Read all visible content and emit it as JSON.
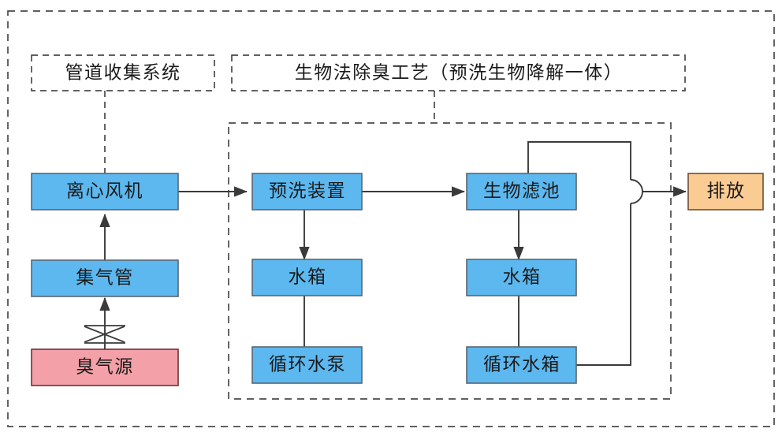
{
  "diagram": {
    "title_groups": [
      {
        "id": "pipeline-collection",
        "label": "管道收集系统"
      },
      {
        "id": "bio-deodorization",
        "label": "生物法除臭工艺（预洗生物降解一体）"
      }
    ],
    "nodes": [
      {
        "id": "centrifugal-fan",
        "label": "离心风机",
        "color": "#5cb8ef"
      },
      {
        "id": "gas-collection-pipe",
        "label": "集气管",
        "color": "#5cb8ef"
      },
      {
        "id": "odor-source",
        "label": "臭气源",
        "color": "#f4a0a8"
      },
      {
        "id": "pre-wash-device",
        "label": "预洗装置",
        "color": "#5cb8ef"
      },
      {
        "id": "water-tank-left",
        "label": "水箱",
        "color": "#5cb8ef"
      },
      {
        "id": "circulating-water-pump",
        "label": "循环水泵",
        "color": "#5cb8ef"
      },
      {
        "id": "biological-filter",
        "label": "生物滤池",
        "color": "#5cb8ef"
      },
      {
        "id": "water-tank-right",
        "label": "水箱",
        "color": "#5cb8ef"
      },
      {
        "id": "circulating-water-tank",
        "label": "循环水箱",
        "color": "#5cb8ef"
      },
      {
        "id": "discharge",
        "label": "排放",
        "color": "#fbcb94"
      }
    ],
    "colors": {
      "blue_fill": "#5cb8ef",
      "pink_fill": "#f4a0a8",
      "orange_fill": "#fbcb94",
      "line": "#3a3a3a",
      "dashed_frame": "#4a4a4a",
      "background": "#ffffff"
    }
  }
}
